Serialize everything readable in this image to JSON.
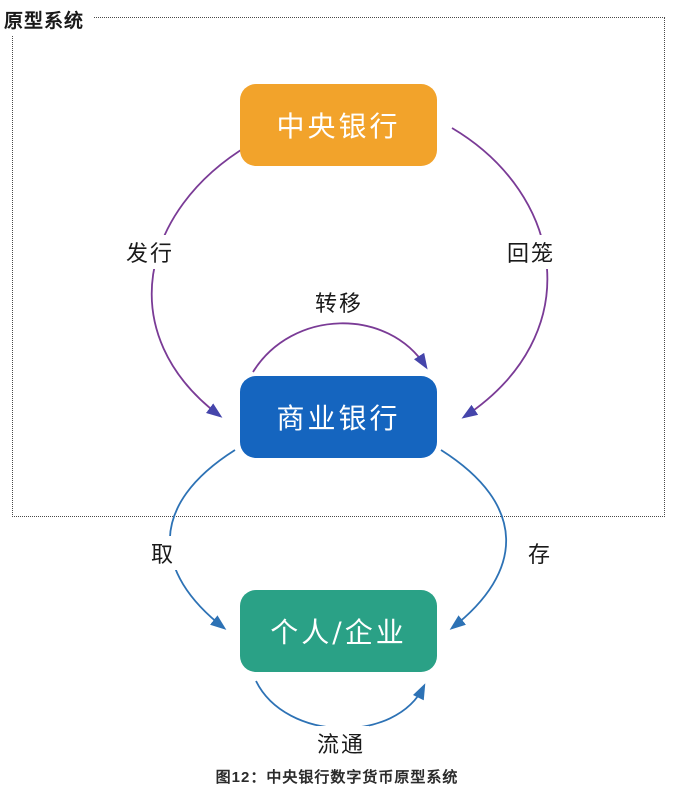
{
  "figure": {
    "boundary_label": "原型系统",
    "caption": "图12：中央银行数字货币原型系统",
    "background": "#ffffff",
    "boundary_border_color": "#4a4a4a"
  },
  "nodes": {
    "central_bank": {
      "label": "中央银行",
      "color": "#F2A32B",
      "text_color": "#ffffff"
    },
    "commercial_bank": {
      "label": "商业银行",
      "color": "#1565BF",
      "text_color": "#ffffff"
    },
    "individual_enterprise": {
      "label": "个人/企业",
      "color": "#2AA186",
      "text_color": "#ffffff"
    }
  },
  "edges": {
    "issue": {
      "label": "发行",
      "from": "central_bank",
      "to": "commercial_bank",
      "color": "#7A3B96",
      "arrowhead_color": "#4545AB"
    },
    "recall": {
      "label": "回笼",
      "from": "central_bank",
      "to": "commercial_bank",
      "color": "#7A3B96",
      "arrowhead_color": "#4545AB"
    },
    "transfer": {
      "label": "转移",
      "from": "commercial_bank",
      "to": "commercial_bank",
      "color": "#7A3B96",
      "arrowhead_color": "#4545AB"
    },
    "withdraw": {
      "label": "取",
      "from": "commercial_bank",
      "to": "individual_enterprise",
      "color": "#2D72B5",
      "arrowhead_color": "#2D72B5"
    },
    "deposit": {
      "label": "存",
      "from": "commercial_bank",
      "to": "individual_enterprise",
      "color": "#2D72B5",
      "arrowhead_color": "#2D72B5"
    },
    "circulate": {
      "label": "流通",
      "from": "individual_enterprise",
      "to": "individual_enterprise",
      "color": "#2D72B5",
      "arrowhead_color": "#2D72B5"
    }
  }
}
